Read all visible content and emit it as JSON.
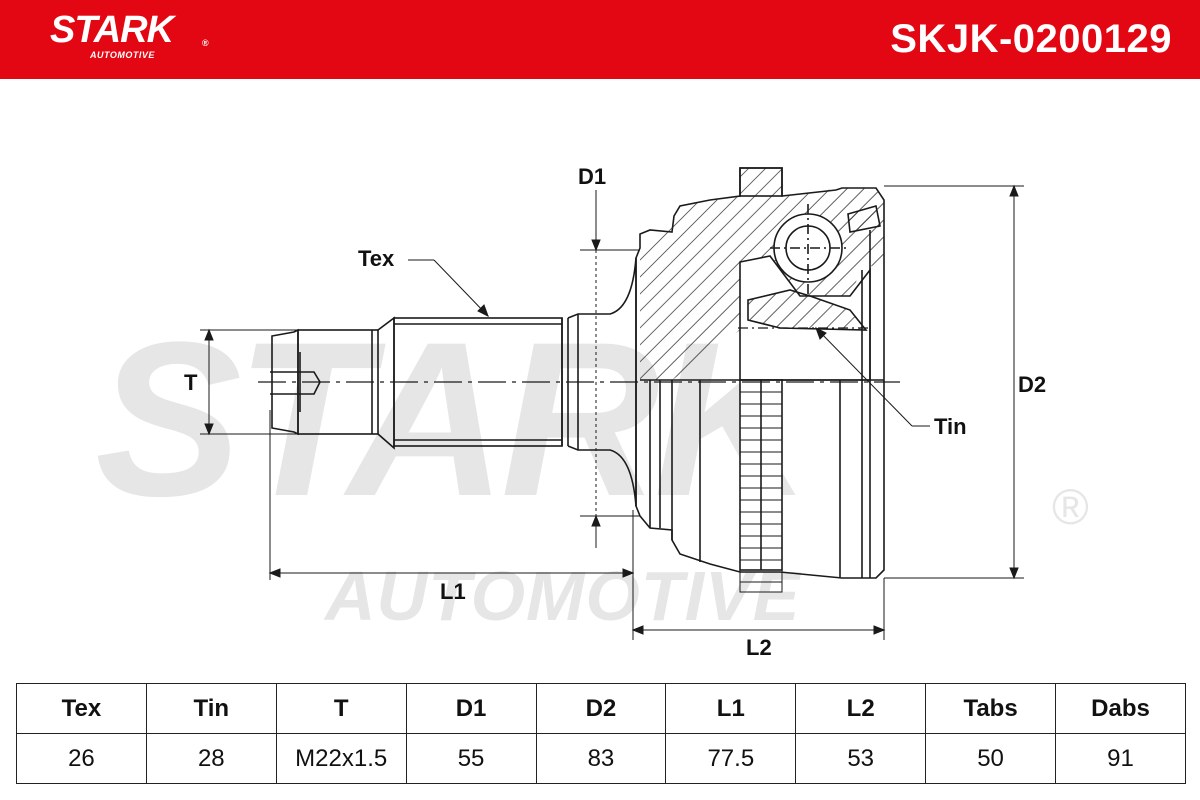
{
  "header": {
    "brand": "STARK",
    "brand_reg": "®",
    "brand_sub": "AUTOMOTIVE",
    "part_number": "SKJK-0200129",
    "color": "#e30613"
  },
  "watermark": {
    "main": "STARK",
    "sub": "AUTOMOTIVE",
    "reg": "®"
  },
  "diagram": {
    "labels": {
      "tex": "Tex",
      "tin": "Tin",
      "t": "T",
      "d1": "D1",
      "d2": "D2",
      "l1": "L1",
      "l2": "L2"
    }
  },
  "specs": {
    "columns": [
      "Tex",
      "Tin",
      "T",
      "D1",
      "D2",
      "L1",
      "L2",
      "Tabs",
      "Dabs"
    ],
    "values": [
      "26",
      "28",
      "M22x1.5",
      "55",
      "83",
      "77.5",
      "53",
      "50",
      "91"
    ]
  }
}
